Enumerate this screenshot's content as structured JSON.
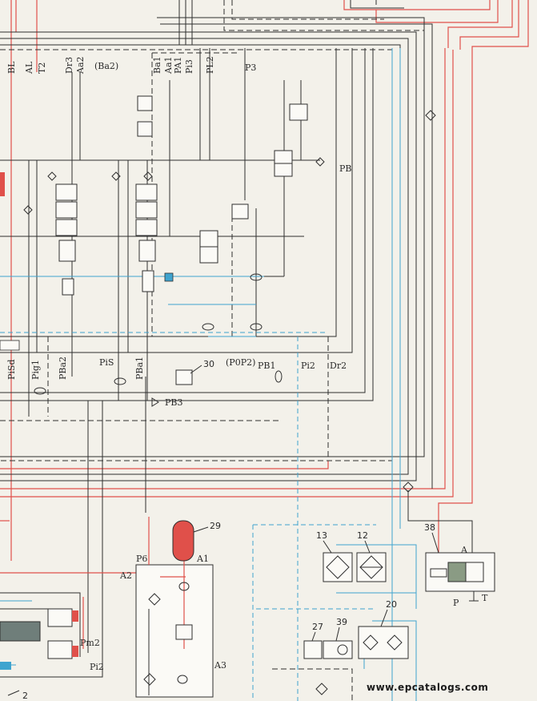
{
  "diagram": {
    "port_labels": {
      "BL": "BL",
      "AL": "AL",
      "T2": "T2",
      "Dr3": "Dr3",
      "Aa2": "Aa2",
      "Ba2": "(Ba2)",
      "Ba1": "Ba1",
      "Aa1": "Aa1",
      "PA1": "PA1",
      "Pi3": "Pi3",
      "PL2": "PL2",
      "P3": "P3",
      "PB": "PB",
      "PiSd": "PiSd",
      "Pig1": "Pig1",
      "PBa2": "PBa2",
      "PiS": "PiS",
      "PBa1": "PBa1",
      "PoP2": "(P0P2)",
      "PB1": "PB1",
      "Pi2": "Pi2",
      "Dr2": "Dr2",
      "PB3": "PB3",
      "P6": "P6",
      "A1": "A1",
      "A2": "A2",
      "A3": "A3",
      "Pm2": "Pm2",
      "Pi2b": "Pi2",
      "A": "A",
      "P": "P",
      "T": "T"
    },
    "callouts": {
      "c30": "30",
      "c29": "29",
      "c13": "13",
      "c12": "12",
      "c38": "38",
      "c20": "20",
      "c27": "27",
      "c39": "39",
      "c2": "2"
    },
    "watermark": "www.epcatalogs.com",
    "colors": {
      "pilot_line": "#e0504a",
      "drain_line": "#3fa4cf",
      "main_line": "#2f2f2f",
      "accumulator_fill": "#e0504a"
    }
  }
}
